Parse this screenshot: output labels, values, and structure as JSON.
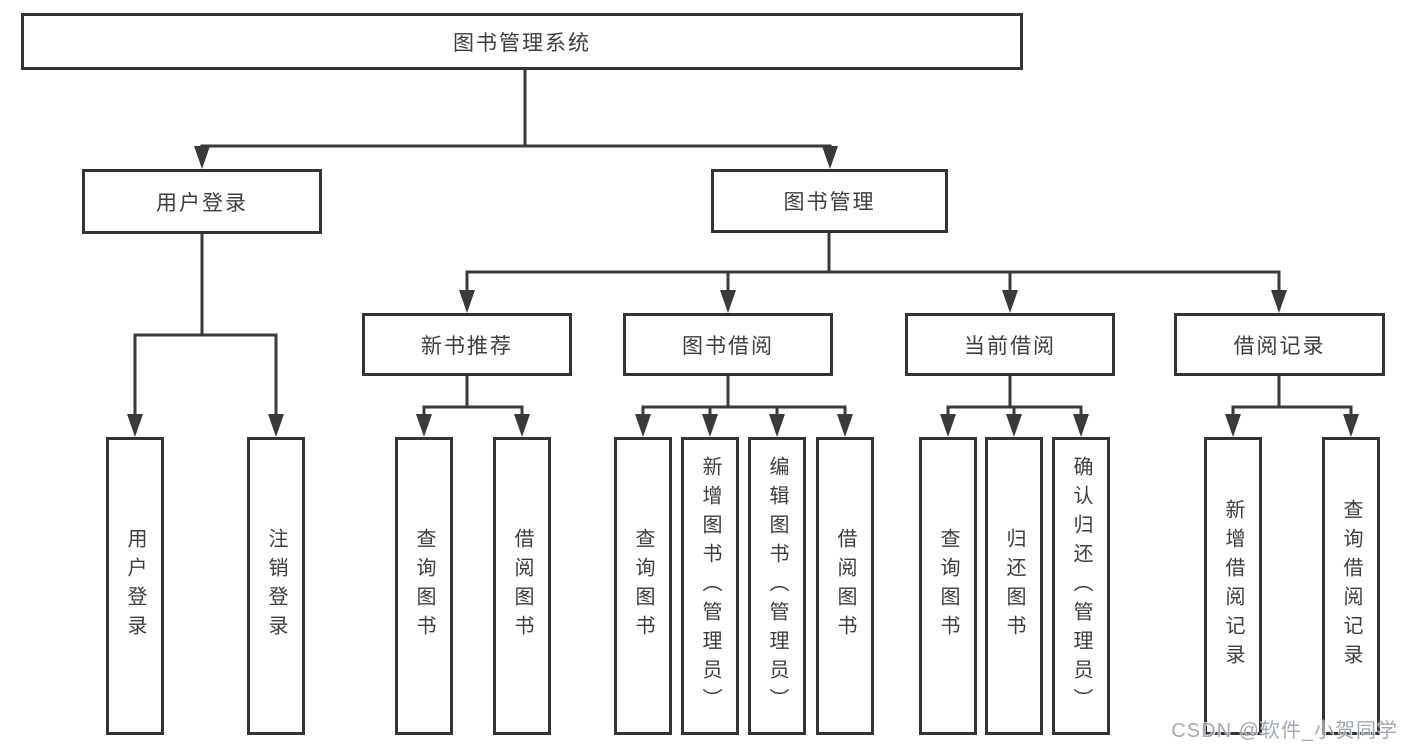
{
  "diagram": {
    "nodes": {
      "root": "图书管理系统",
      "l2": [
        "用户登录",
        "图书管理"
      ],
      "l3": [
        "新书推荐",
        "图书借阅",
        "当前借阅",
        "借阅记录"
      ],
      "leaf": [
        "用户登录",
        "注销登录",
        "查询图书",
        "借阅图书",
        "查询图书",
        "新增图书（管理员）",
        "编辑图书（管理员）",
        "借阅图书",
        "查询图书",
        "归还图书",
        "确认归还（管理员）",
        "新增借阅记录",
        "查询借阅记录"
      ]
    },
    "colors": {
      "line": "#3a3a3a",
      "box_border": "#333333",
      "text": "#3d3d3d",
      "background": "#ffffff",
      "watermark_text": "#9aa0a8"
    }
  },
  "watermark": "CSDN @软件_小贺同学"
}
